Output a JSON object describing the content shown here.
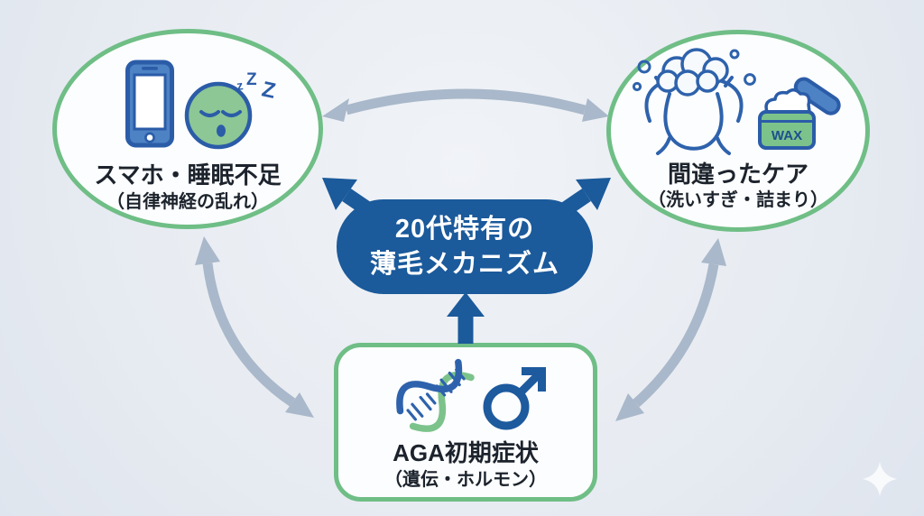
{
  "center_box": {
    "line1": "20代特有の",
    "line2": "薄毛メカニズム"
  },
  "bubbles": {
    "sleep": {
      "title": "スマホ・睡眠不足",
      "subtitle": "（自律神経の乱れ）",
      "icons": [
        "smartphone-icon",
        "sleeping-face-icon"
      ],
      "zzz": {
        "z1": "z",
        "z2": "Z",
        "z3": "Z"
      }
    },
    "care": {
      "title": "間違ったケア",
      "subtitle": "（洗いすぎ・詰まり）",
      "icons": [
        "hair-washing-icon",
        "wax-jar-icon"
      ],
      "wax_label": "WAX"
    },
    "aga": {
      "title": "AGA初期症状",
      "subtitle": "（遺伝・ホルモン）",
      "icons": [
        "dna-icon",
        "male-symbol-icon"
      ]
    }
  },
  "decor": {
    "corner_icon": "sparkle-icon"
  },
  "colors": {
    "background": "#e8ecf2",
    "bubble_fill": "#fcfdfe",
    "bubble_border": "#6fbe86",
    "center_box_bg": "#1b5a9b",
    "center_box_text": "#ffffff",
    "label_text": "#1c232c",
    "arrow_gray": "#a9b8ca",
    "arrow_blue": "#1b5a9b",
    "icon_blue_outline": "#2b5ca8",
    "icon_blue_fill": "#4d82c4",
    "icon_green": "#7cc38b"
  }
}
